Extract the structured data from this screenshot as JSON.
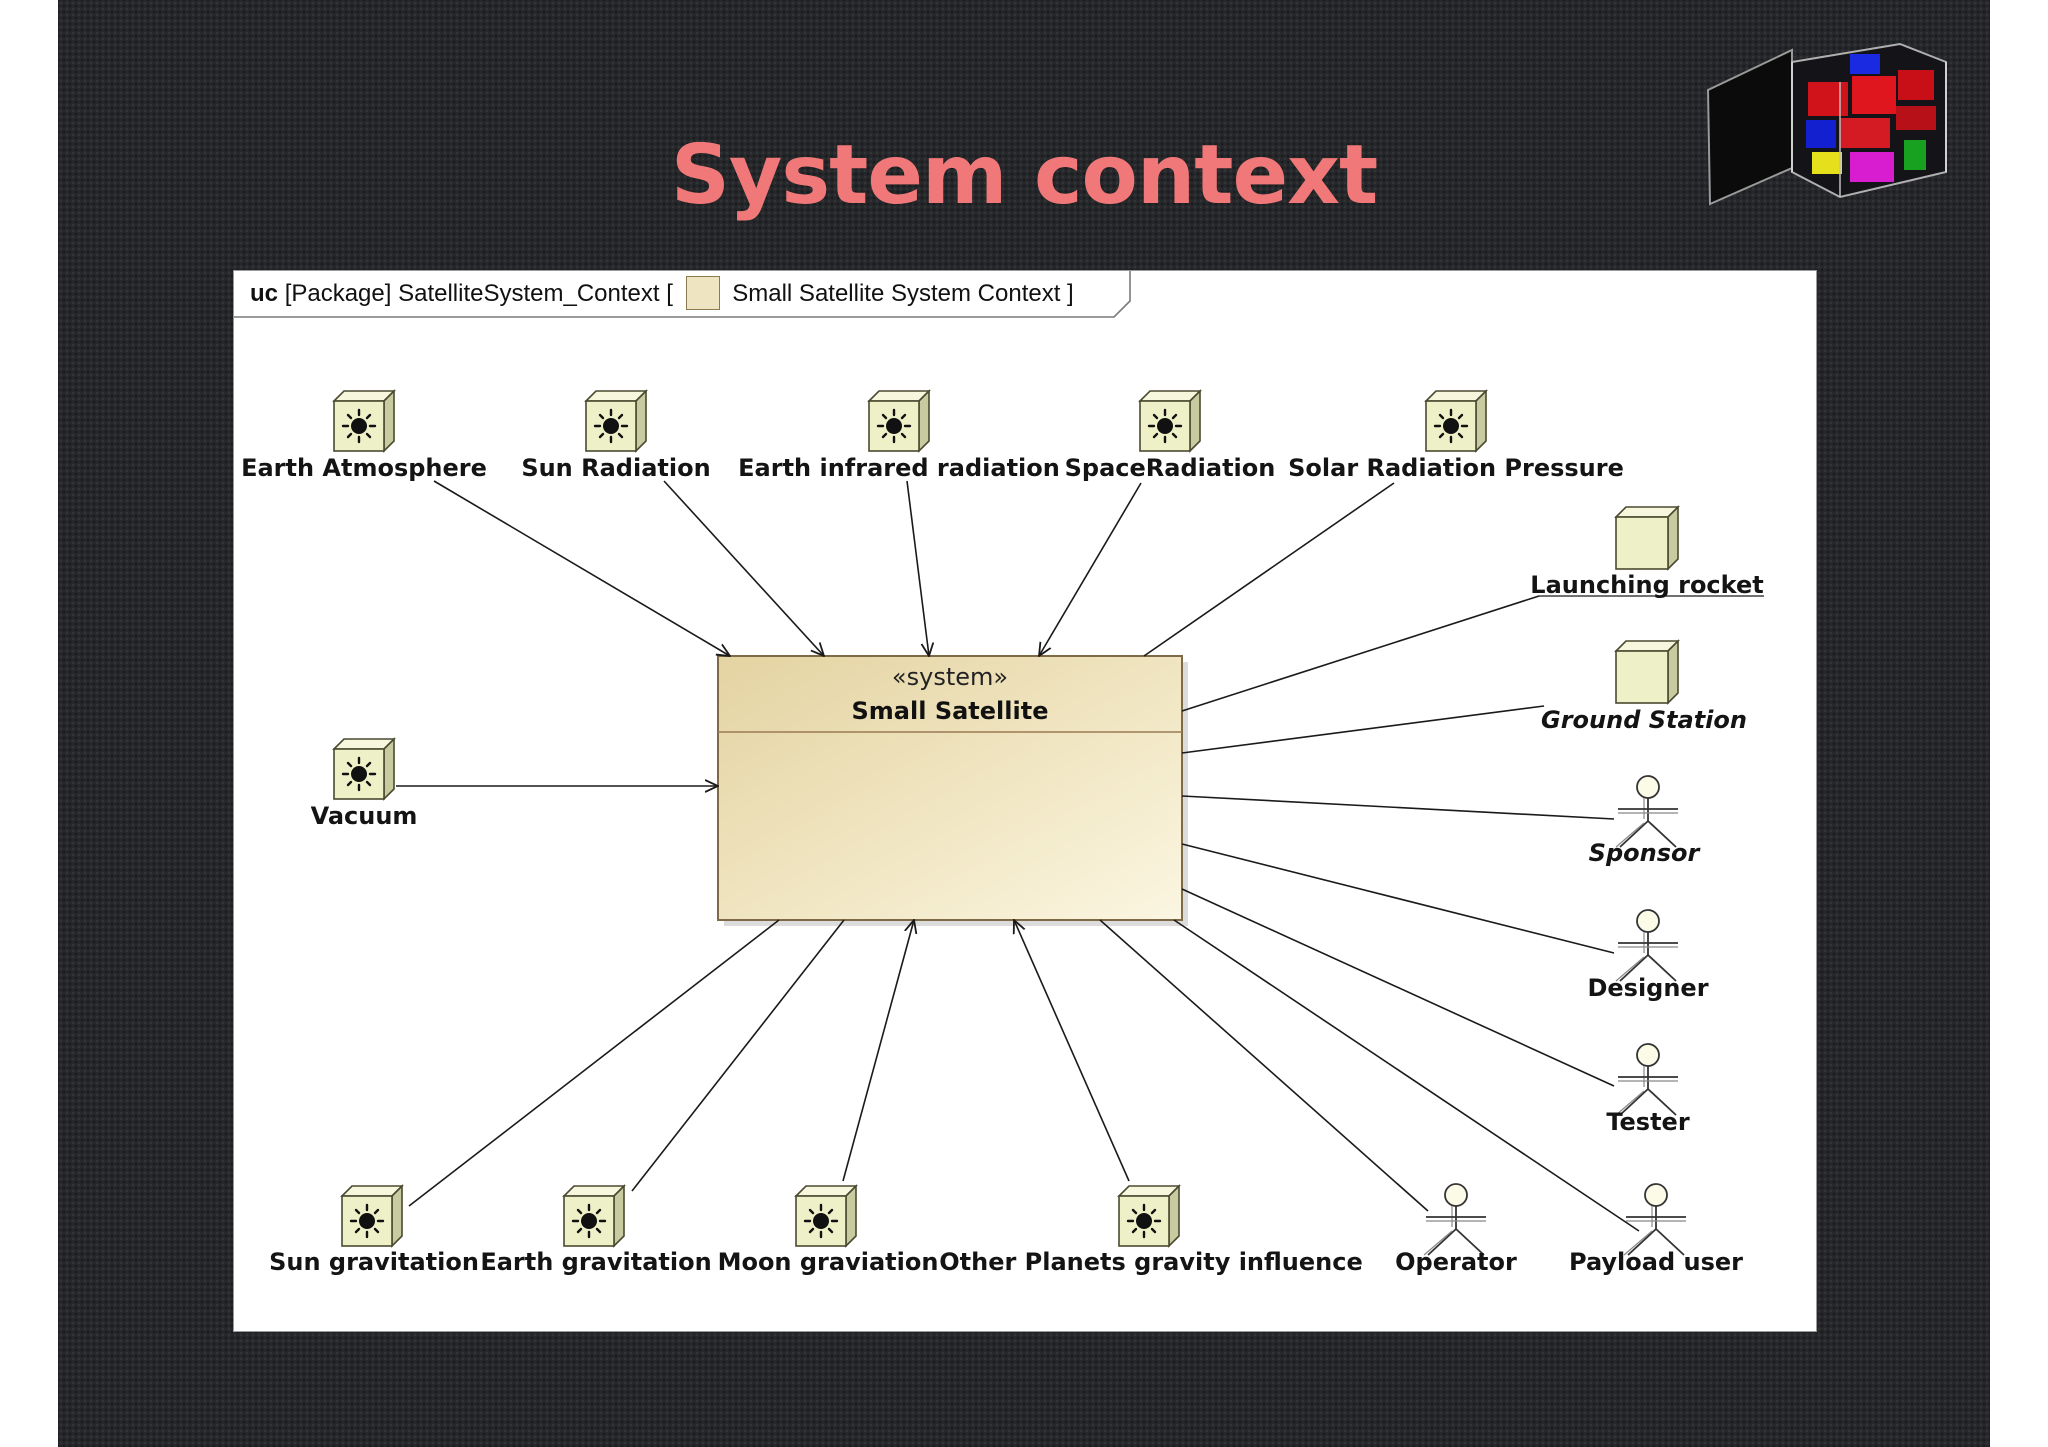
{
  "slide": {
    "title": "System context",
    "title_color": "#f07878",
    "background_color": "#26272a"
  },
  "diagram": {
    "frame_tab": {
      "kind": "uc",
      "element_type": "[Package]",
      "package_name": "SatelliteSystem_Context",
      "open_bracket": "[",
      "diagram_name": "Small Satellite System Context",
      "close_bracket": "]"
    },
    "system": {
      "stereotype": "«system»",
      "name": "Small Satellite",
      "fill_color": "#efe2b8"
    },
    "environment_elements": [
      {
        "id": "earth-atmosphere",
        "label": "Earth Atmosphere",
        "icon": "sun-block-icon"
      },
      {
        "id": "sun-radiation",
        "label": "Sun Radiation",
        "icon": "sun-block-icon"
      },
      {
        "id": "earth-infrared-radiation",
        "label": "Earth infrared radiation",
        "icon": "sun-block-icon"
      },
      {
        "id": "space-radiation",
        "label": "SpaceRadiation",
        "icon": "sun-block-icon"
      },
      {
        "id": "solar-radiation-pressure",
        "label": "Solar Radiation Pressure",
        "icon": "sun-block-icon"
      },
      {
        "id": "vacuum",
        "label": "Vacuum",
        "icon": "sun-block-icon"
      },
      {
        "id": "sun-gravitation",
        "label": "Sun gravitation",
        "icon": "sun-block-icon"
      },
      {
        "id": "earth-gravitation",
        "label": "Earth gravitation",
        "icon": "sun-block-icon"
      },
      {
        "id": "moon-graviation",
        "label": "Moon graviation",
        "icon": "sun-block-icon"
      },
      {
        "id": "other-planets",
        "label": "Other Planets gravity influence",
        "icon": "sun-block-icon"
      }
    ],
    "external_systems": [
      {
        "id": "launching-rocket",
        "label": "Launching rocket",
        "icon": "block-icon"
      },
      {
        "id": "ground-station",
        "label": "Ground Station",
        "icon": "block-icon"
      }
    ],
    "actors": [
      {
        "id": "sponsor",
        "label": "Sponsor",
        "icon": "actor-icon"
      },
      {
        "id": "designer",
        "label": "Designer",
        "icon": "actor-icon"
      },
      {
        "id": "tester",
        "label": "Tester",
        "icon": "actor-icon"
      },
      {
        "id": "operator",
        "label": "Operator",
        "icon": "actor-icon"
      },
      {
        "id": "payload-user",
        "label": "Payload user",
        "icon": "actor-icon"
      }
    ],
    "colors": {
      "block_fill": "#eef0c8",
      "block_stroke": "#5a5a40",
      "line": "#1a1a1a"
    }
  },
  "logo": {
    "icon": "cubesat-icon"
  }
}
